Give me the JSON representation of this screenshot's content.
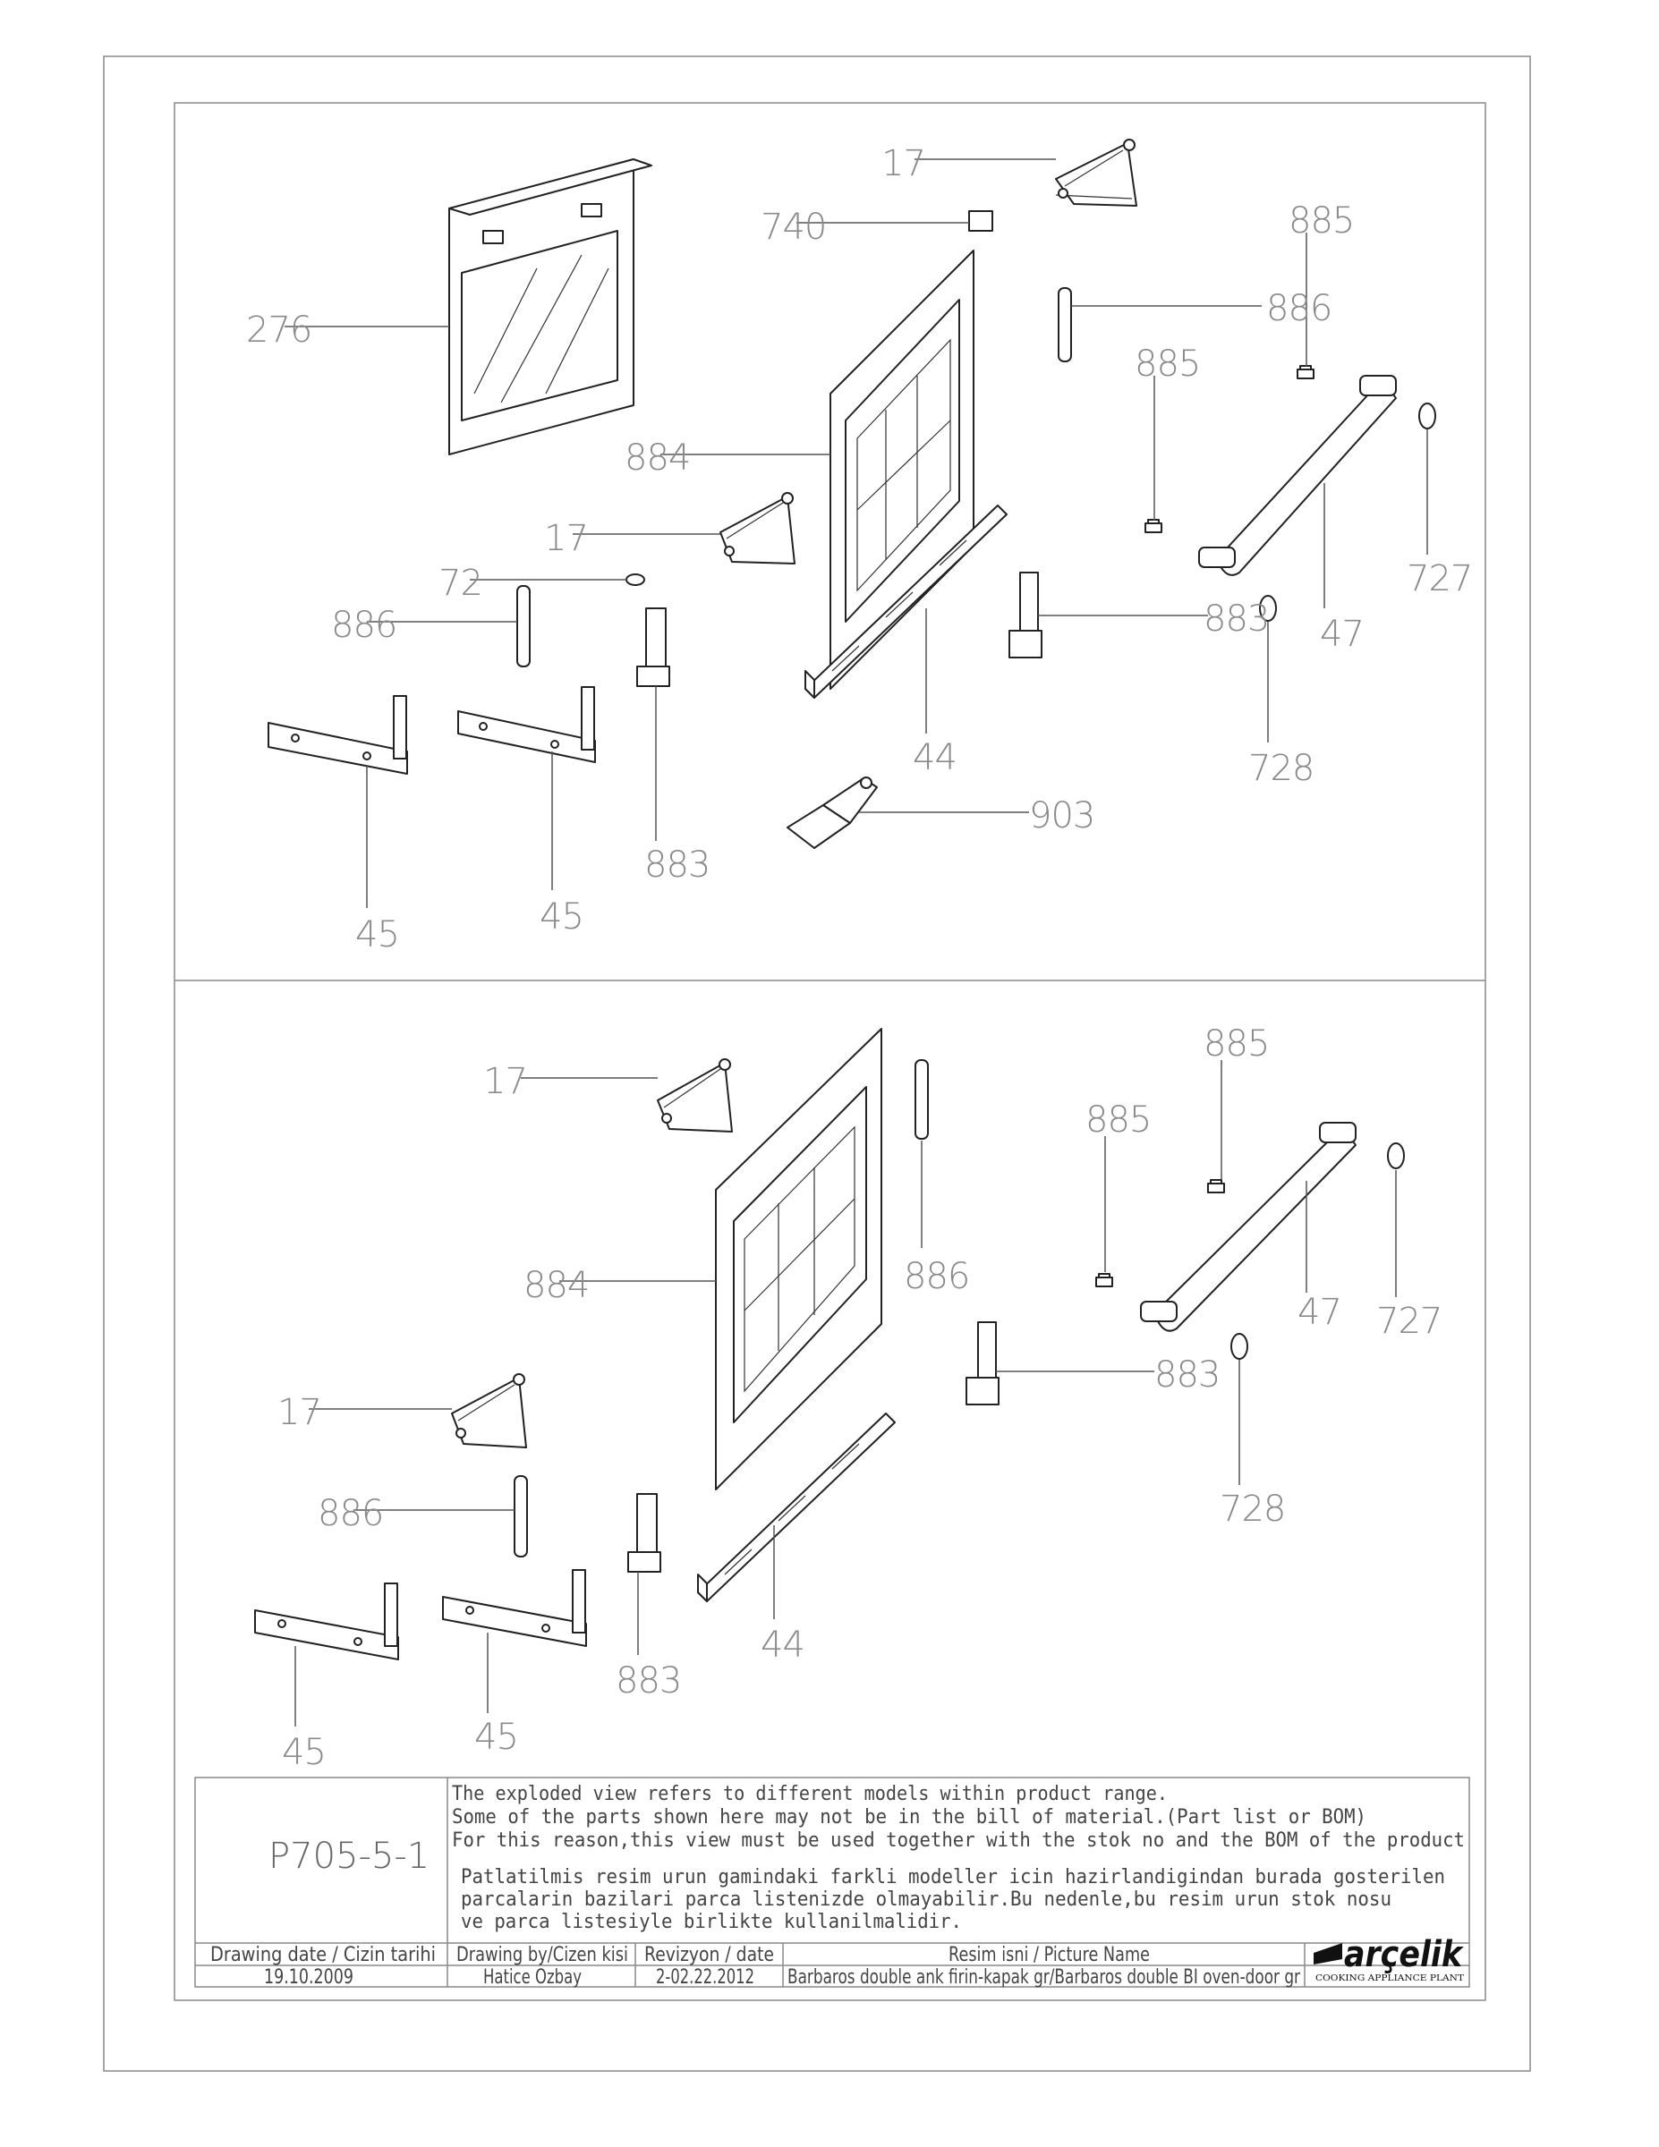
{
  "callouts_top": [
    {
      "id": "17a",
      "label": "17"
    },
    {
      "id": "740",
      "label": "740"
    },
    {
      "id": "885a",
      "label": "885"
    },
    {
      "id": "886a",
      "label": "886"
    },
    {
      "id": "276",
      "label": "276"
    },
    {
      "id": "885b",
      "label": "885"
    },
    {
      "id": "884",
      "label": "884"
    },
    {
      "id": "17b",
      "label": "17"
    },
    {
      "id": "72",
      "label": "72"
    },
    {
      "id": "727",
      "label": "727"
    },
    {
      "id": "886b",
      "label": "886"
    },
    {
      "id": "883a",
      "label": "883"
    },
    {
      "id": "47",
      "label": "47"
    },
    {
      "id": "44",
      "label": "44"
    },
    {
      "id": "728",
      "label": "728"
    },
    {
      "id": "903",
      "label": "903"
    },
    {
      "id": "883b",
      "label": "883"
    },
    {
      "id": "45a",
      "label": "45"
    },
    {
      "id": "45b",
      "label": "45"
    }
  ],
  "callouts_bottom": [
    {
      "id": "885c",
      "label": "885"
    },
    {
      "id": "17c",
      "label": "17"
    },
    {
      "id": "885d",
      "label": "885"
    },
    {
      "id": "727b",
      "label": "727"
    },
    {
      "id": "884b",
      "label": "884"
    },
    {
      "id": "886c",
      "label": "886"
    },
    {
      "id": "47b",
      "label": "47"
    },
    {
      "id": "883c",
      "label": "883"
    },
    {
      "id": "17d",
      "label": "17"
    },
    {
      "id": "728b",
      "label": "728"
    },
    {
      "id": "886d",
      "label": "886"
    },
    {
      "id": "44b",
      "label": "44"
    },
    {
      "id": "883d",
      "label": "883"
    },
    {
      "id": "45c",
      "label": "45"
    },
    {
      "id": "45d",
      "label": "45"
    }
  ],
  "title_block": {
    "drawing_code": "P705-5-1",
    "note_en_1": "The exploded view refers to different models within product range.",
    "note_en_2": "Some of the parts shown here may not be in the bill of material.(Part list or BOM)",
    "note_en_3": "For this reason,this view must be used together with the stok no and the BOM of the product",
    "note_tr_1": "Patlatilmis resim urun gamindaki farkli modeller icin hazirlandigindan burada gosterilen",
    "note_tr_2": "parcalarin bazilari parca listenizde olmayabilir.Bu nedenle,bu resim urun stok nosu",
    "note_tr_3": "ve parca listesiyle birlikte kullanilmalidir.",
    "head_date": "Drawing date / Cizin tarihi",
    "head_by": "Drawing by/Cizen kisi",
    "head_rev": "Revizyon / date",
    "head_name": "Resim isni / Picture Name",
    "val_date": "19.10.2009",
    "val_by": "Hatice Ozbay",
    "val_rev": "2-02.22.2012",
    "val_name": "Barbaros double ank firin-kapak gr/Barbaros double BI oven-door gr",
    "logo": "arçelik",
    "logo_sub": "COOKING APPLIANCE PLANT"
  }
}
